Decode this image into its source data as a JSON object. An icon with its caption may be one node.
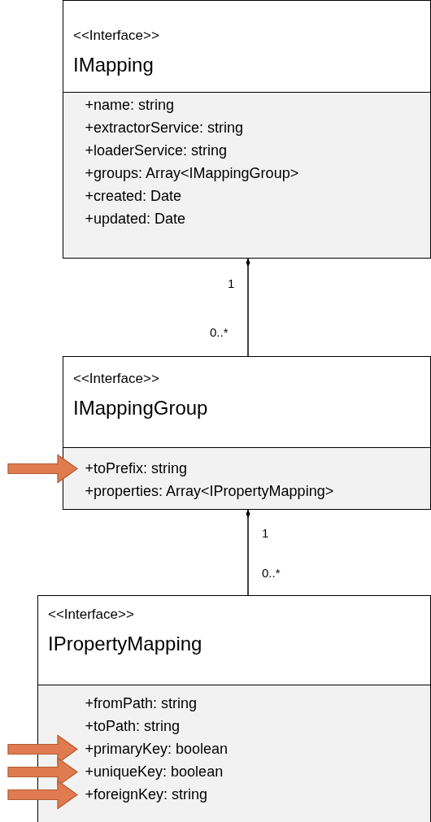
{
  "diagram": {
    "nodes": [
      {
        "text": [
          "<<Interface>>",
          "IMapping"
        ]
      },
      {
        "text": [
          "+name: string"
        ],
        "in": 0
      },
      {
        "text": [
          "+extractorService: string"
        ],
        "in": 0
      },
      {
        "text": [
          "+loaderService: string"
        ],
        "in": 0
      },
      {
        "text": [
          "+groups: Array<IMappingGroup>"
        ],
        "in": 0
      },
      {
        "text": [
          "+created: Date"
        ],
        "in": 0
      },
      {
        "text": [
          "+updated: Date"
        ],
        "in": 0
      },
      {
        "text": [
          "<<Interface>>",
          "IMappingGroup"
        ]
      },
      {
        "text": [
          "+toPrefix: string"
        ],
        "in": 7
      },
      {
        "text": [
          "+properties: Array<IPropertyMapping>"
        ],
        "in": 7
      },
      {
        "text": [
          "<<Interface>>",
          "IPropertyMapping"
        ]
      },
      {
        "text": [
          "+fromPath: string"
        ],
        "in": 10
      },
      {
        "text": [
          "+toPath: string"
        ],
        "in": 10
      },
      {
        "text": [
          "+primaryKey: boolean"
        ],
        "in": 10
      },
      {
        "text": [
          "+uniqueKey: boolean"
        ],
        "in": 10
      },
      {
        "text": [
          "+foreignKey: string"
        ],
        "in": 10
      }
    ],
    "edges": [
      {
        "from": 0,
        "to": 7,
        "arrow": "other",
        "color": "#000000"
      },
      {
        "from": 7,
        "to": 10,
        "arrow": "other",
        "color": "#000000"
      },
      {
        "from": null,
        "to": 8,
        "arrow": "to",
        "style": "thick"
      },
      {
        "from": null,
        "to": 13,
        "arrow": "to",
        "style": "thick"
      },
      {
        "from": null,
        "to": 14,
        "arrow": "to",
        "style": "thick"
      },
      {
        "from": null,
        "to": 15,
        "arrow": "to",
        "style": "thick"
      }
    ],
    "labels": [
      "1",
      "0..*",
      "1",
      "0..*"
    ]
  }
}
